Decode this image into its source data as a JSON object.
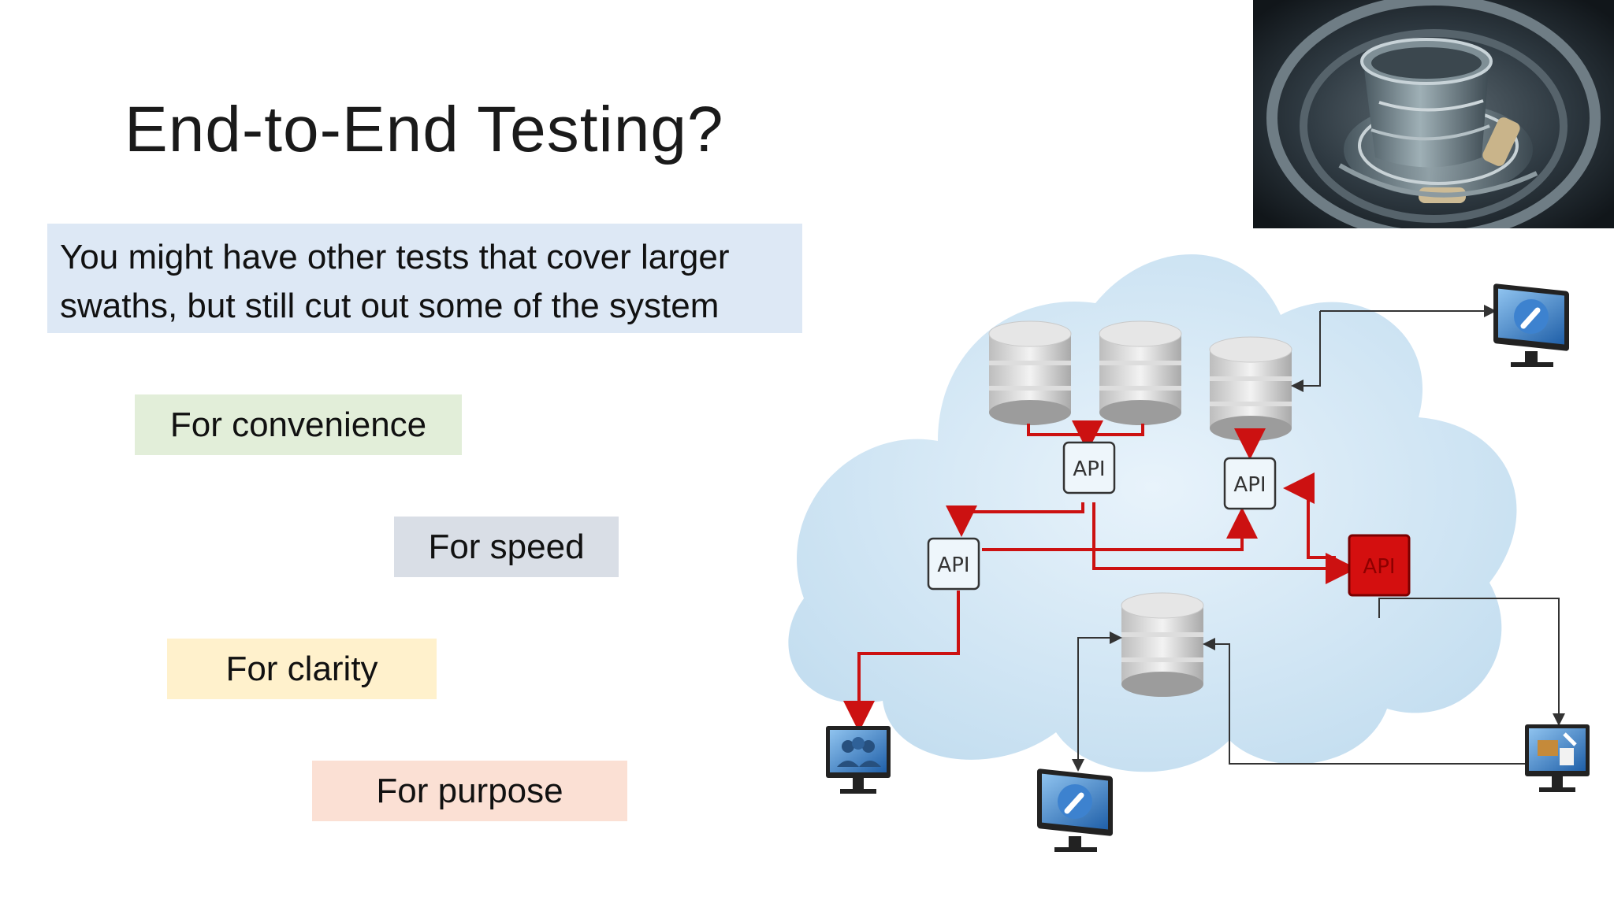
{
  "slide": {
    "title": "End-to-End Testing?",
    "callout": {
      "line1": "You might have other tests that cover larger",
      "line2": "swaths, but still cut out some of the system"
    },
    "reasons": [
      {
        "label": "For convenience",
        "color": "#e2eed9"
      },
      {
        "label": "For speed",
        "color": "#d9dee6"
      },
      {
        "label": "For clarity",
        "color": "#fff1cc"
      },
      {
        "label": "For purpose",
        "color": "#fbe0d4"
      }
    ],
    "photo": {
      "icon": "nested-buckets-photo"
    },
    "diagram": {
      "api_label": "API",
      "colors": {
        "cloud": "#cfe5f4",
        "link_highlight": "#cc1111",
        "link_normal": "#444444"
      }
    }
  }
}
